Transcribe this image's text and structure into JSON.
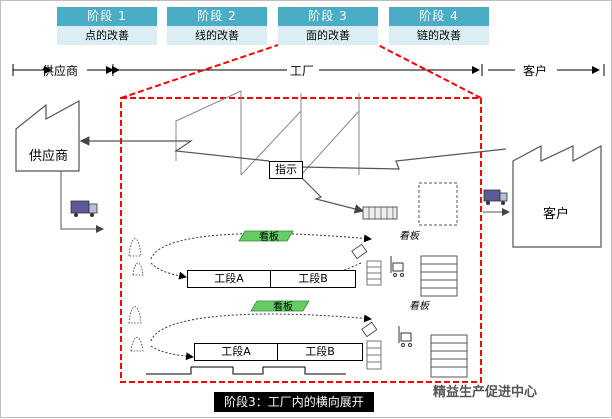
{
  "stages": [
    {
      "title": "阶段 1",
      "subtitle": "点的改善"
    },
    {
      "title": "阶段 2",
      "subtitle": "线的改善"
    },
    {
      "title": "阶段 3",
      "subtitle": "面的改善"
    },
    {
      "title": "阶段 4",
      "subtitle": "链的改善"
    }
  ],
  "span_labels": {
    "supplier": "供应商",
    "factory": "工厂",
    "customer": "客户"
  },
  "nodes": {
    "supplier": "供应商",
    "customer": "客户",
    "instruction": "指示",
    "kanban_1": "看板",
    "kanban_2": "看板",
    "kanban_3": "看板",
    "kanban_4": "看板",
    "process_a_1": "工段A",
    "process_b_1": "工段B",
    "process_a_2": "工段A",
    "process_b_2": "工段B"
  },
  "caption": "阶段3：工厂内的横向展开",
  "watermark": "精益生产促进中心",
  "colors": {
    "stage_header": "#4bacc6",
    "stage_sub": "#dbeef4",
    "highlight": "#ff0000",
    "kanban": "#66cc66"
  }
}
